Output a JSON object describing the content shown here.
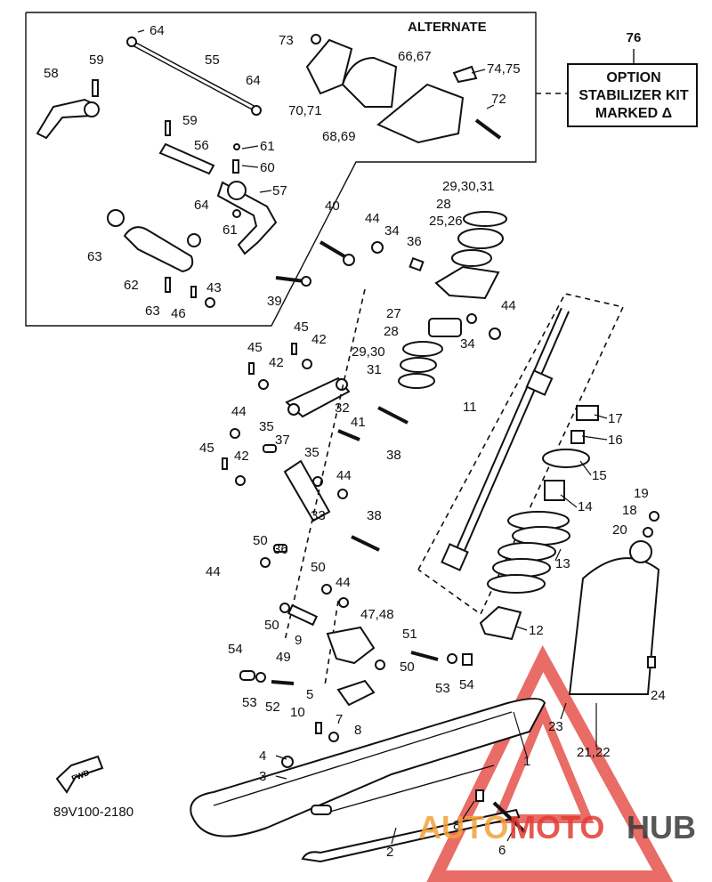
{
  "header_alternate": "ALTERNATE",
  "option_box": {
    "number": "76",
    "lines": [
      "OPTION",
      "STABILIZER KIT",
      "MARKED Δ"
    ]
  },
  "diagram_code": "89V100-2180",
  "fwd_label": "FWD",
  "watermark": {
    "part_a": "AUTO",
    "part_b": "MOTO",
    "part_c": "HUB",
    "color_a": "#f3a13a",
    "color_b": "#e23c34",
    "color_c": "#3a3a3a"
  },
  "callouts": {
    "c64a": "64",
    "c59a": "59",
    "c58": "58",
    "c55": "55",
    "c64b": "64",
    "c73": "73",
    "c6667": "66,67",
    "c7475": "74,75",
    "c72": "72",
    "c7071": "70,71",
    "c6869": "68,69",
    "c59b": "59",
    "c56": "56",
    "c61a": "61",
    "c60": "60",
    "c57": "57",
    "c64c": "64",
    "c61b": "61",
    "c63a": "63",
    "c62": "62",
    "c63b": "63",
    "c46": "46",
    "c43": "43",
    "c40": "40",
    "c39": "39",
    "c293031a": "29,30,31",
    "c28a": "28",
    "c44a": "44",
    "c34a": "34",
    "c36a": "36",
    "c2526": "25,26",
    "c27": "27",
    "c28b": "28",
    "c34b": "34",
    "c44b": "44",
    "c2930": "29,30",
    "c31": "31",
    "c11": "11",
    "c45a": "45",
    "c42a": "42",
    "c45b": "45",
    "c42b": "42",
    "c32": "32",
    "c41": "41",
    "c38a": "38",
    "c44c": "44",
    "c35a": "35",
    "c37": "37",
    "c45c": "45",
    "c42c": "42",
    "c35b": "35",
    "c44d": "44",
    "c33": "33",
    "c38b": "38",
    "c17": "17",
    "c16": "16",
    "c15": "15",
    "c14": "14",
    "c13": "13",
    "c12": "12",
    "c19": "19",
    "c18": "18",
    "c20": "20",
    "c44e": "44",
    "c50a": "50",
    "c36b": "36",
    "c50b": "50",
    "c44f": "44",
    "c50c": "50",
    "c9": "9",
    "c4748": "47,48",
    "c49": "49",
    "c51": "51",
    "c50d": "50",
    "c53a": "53",
    "c54a": "54",
    "c54b": "54",
    "c53b": "53",
    "c52": "52",
    "c5": "5",
    "c10": "10",
    "c7": "7",
    "c8a": "8",
    "c4": "4",
    "c3": "3",
    "c23": "23",
    "c2122": "21,22",
    "c24": "24",
    "c1": "1",
    "c8b": "8",
    "c6": "6",
    "c2": "2"
  }
}
